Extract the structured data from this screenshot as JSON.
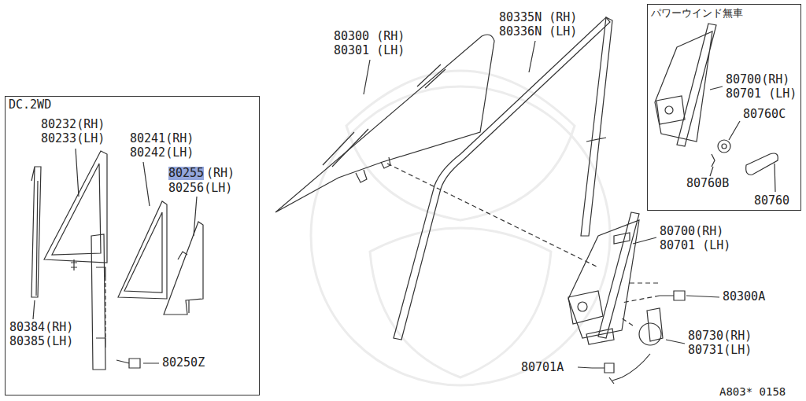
{
  "diagram": {
    "nodes": [
      {
        "text": [
          "DC.2WD"
        ]
      },
      {
        "text": [
          "パワーウインド無車"
        ]
      }
    ],
    "labels": [
      "80232(RH)",
      "80233(LH)",
      "80241(RH)",
      "80242(LH)",
      "80255",
      "(RH)",
      "80256(LH)",
      "80384(RH)",
      "80385(LH)",
      "80250Z",
      "80300 (RH)",
      "80301 (LH)",
      "80335N (RH)",
      "80336N (LH)",
      "80700(RH)",
      "80701 (LH)",
      "80300A",
      "80730(RH)",
      "80731(LH)",
      "80701A",
      "A803* 0158",
      "80700(RH)",
      "80701 (LH)",
      "80760C",
      "80760B",
      "80760"
    ]
  }
}
